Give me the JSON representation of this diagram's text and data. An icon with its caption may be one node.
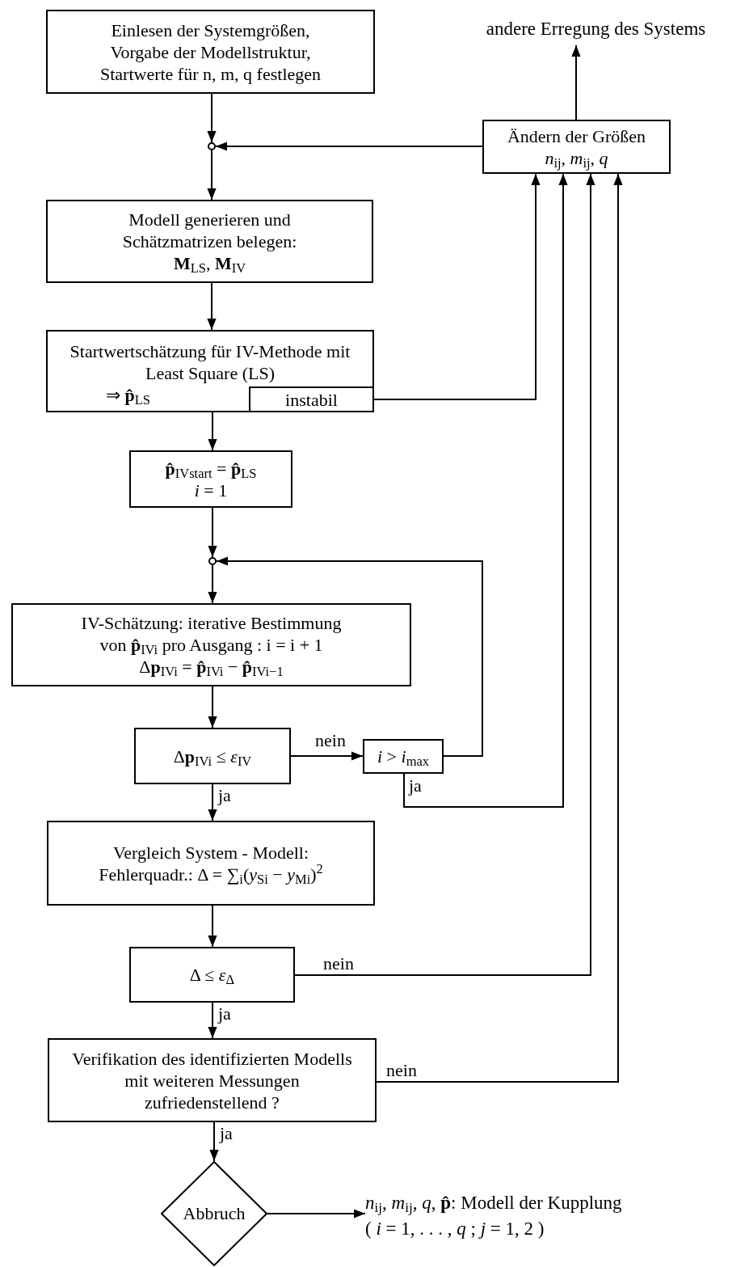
{
  "diagram": {
    "nodes": [
      {
        "text": [
          "Einlesen der Systemgrößen, Vorgabe der Modellstruktur, Startwerte für n, m, q festlegen"
        ]
      },
      {
        "text": [
          "andere Erregung des Systems"
        ]
      },
      {
        "text": [],
        "shape": "circle"
      },
      {
        "text": [
          "Ändern der Größen",
          "*n*$_{ij}$, *m*$_{ij}$, *q*"
        ]
      },
      {
        "text": [
          "Modell generieren und Schätzmatrizen belegen:",
          "**M**$_{LS}$, **M**$_{IV}$"
        ]
      },
      {
        "text": [
          "Startwertschätzung für IV-Methode mit Least Square (LS)",
          "⇒ **p̂**$_{LS}$"
        ]
      },
      {
        "text": [
          "instabil"
        ],
        "in": 5
      },
      {
        "text": [
          "**p̂**$_{IVstart}$ = **p̂**$_{LS}$",
          "*i* = 1"
        ]
      },
      {
        "text": [],
        "shape": "circle"
      },
      {
        "text": [
          "IV-Schätzung: iterative Bestimmung von **p̂**$_{IVi}$ pro Ausgang : i = i + 1",
          "Δ**p**$_{IVi}$ = **p̂**$_{IVi}$ − **p̂**$_{IVi−1}$"
        ]
      },
      {
        "text": [
          "Δ**p**$_{IVi}$ ≤ *ε*$_{IV}$"
        ]
      },
      {
        "text": [
          "*i* > *i*$_{max}$"
        ]
      },
      {
        "text": [
          "Vergleich System - Modell:",
          "Fehlerquadr.: Δ = ∑$_{i}$(*y*$_{Si}$ − *y*$_{Mi}$)$^{2}$"
        ]
      },
      {
        "text": [
          "Δ ≤ *ε*$_{Δ}$"
        ]
      },
      {
        "text": [
          "Verifikation des identifizierten Modells mit weiteren Messungen zufriedenstellend ?"
        ]
      },
      {
        "text": [
          "Abbruch"
        ]
      },
      {
        "text": [
          "*n*$_{ij}$, *m*$_{ij}$, *q*, **p̂**: Modell der Kupplung",
          "( *i* = 1, . . . , *q* ; *j* = 1, 2 )"
        ]
      }
    ],
    "edges": [
      {
        "from": 0,
        "to": 2,
        "arrow": "to"
      },
      {
        "from": 3,
        "to": 2,
        "arrow": "to"
      },
      {
        "from": 2,
        "to": 4,
        "arrow": "to"
      },
      {
        "from": 3,
        "to": 1,
        "arrow": "to"
      },
      {
        "from": 4,
        "to": 5,
        "arrow": "to"
      },
      {
        "from": 6,
        "to": 3,
        "arrow": "to"
      },
      {
        "from": 5,
        "to": 7,
        "arrow": "to"
      },
      {
        "from": 7,
        "to": 8,
        "arrow": "to"
      },
      {
        "from": 8,
        "to": 9,
        "arrow": "to"
      },
      {
        "from": 11,
        "to": 8,
        "arrow": "to"
      },
      {
        "from": 9,
        "to": 10,
        "arrow": "to"
      },
      {
        "from": 10,
        "to": 11,
        "arrow": "to",
        "label": "nein"
      },
      {
        "from": 11,
        "to": 3,
        "arrow": "to",
        "label": "ja"
      },
      {
        "from": 10,
        "to": 12,
        "arrow": "to",
        "label": "ja"
      },
      {
        "from": 12,
        "to": 13,
        "arrow": "to"
      },
      {
        "from": 13,
        "to": 3,
        "arrow": "to",
        "label": "nein"
      },
      {
        "from": 13,
        "to": 14,
        "arrow": "to",
        "label": "ja"
      },
      {
        "from": 14,
        "to": 3,
        "arrow": "to",
        "label": "nein"
      },
      {
        "from": 14,
        "to": 15,
        "arrow": "to",
        "label": "ja"
      },
      {
        "from": 15,
        "to": 16,
        "arrow": "to"
      }
    ]
  }
}
